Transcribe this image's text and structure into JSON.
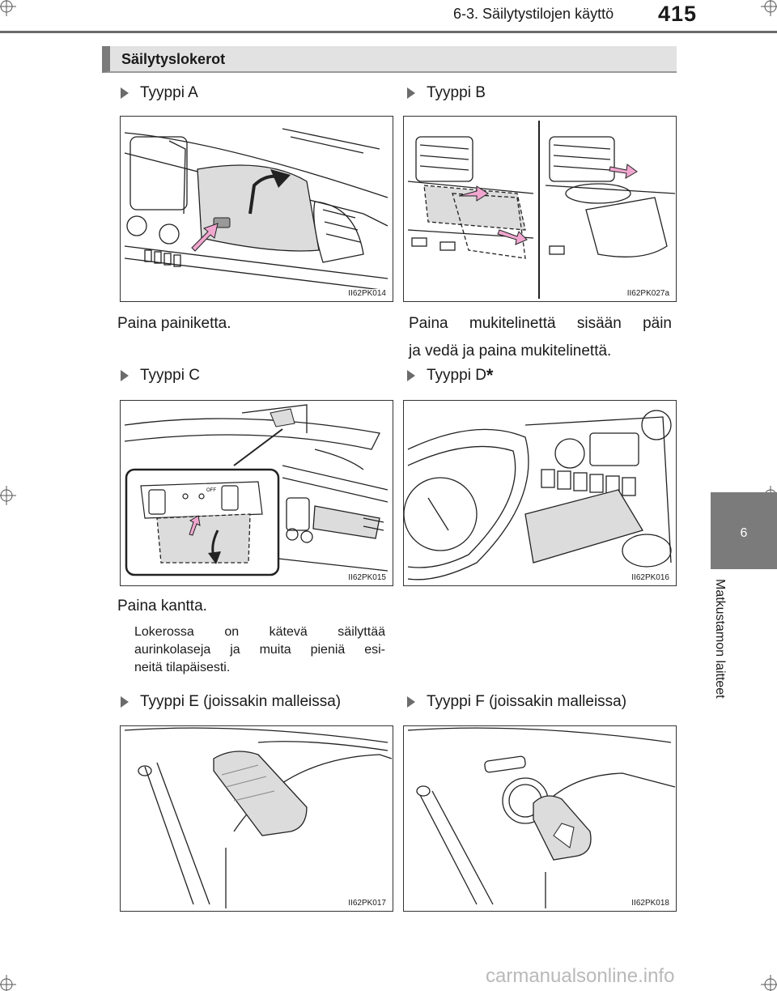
{
  "header": {
    "section": "6-3. Säilytystilojen käyttö",
    "page_number": "415"
  },
  "section": {
    "title": "Säilytyslokerot"
  },
  "chapter": {
    "number": "6",
    "title": "Matkustamon laitteet"
  },
  "types": [
    {
      "label": "Tyyppi A",
      "figure_code": "II62PK014",
      "caption": "Paina painiketta."
    },
    {
      "label": "Tyyppi B",
      "figure_code": "II62PK027a",
      "caption_line1": "Paina mukitelinettä sisään päin",
      "caption_line2": "ja vedä ja paina mukitelinettä."
    },
    {
      "label": "Tyyppi C",
      "figure_code": "II62PK015",
      "caption": "Paina kantta.",
      "note_line1": "Lokerossa on kätevä säilyttää",
      "note_line2": "aurinkolaseja ja muita pieniä esi-",
      "note_line3": "neitä tilapäisesti.",
      "inset_label_off": "OFF"
    },
    {
      "label": "Tyyppi D",
      "label_suffix": "*",
      "figure_code": "II62PK016"
    },
    {
      "label": "Tyyppi E (joissakin malleissa)",
      "figure_code": "II62PK017"
    },
    {
      "label": "Tyyppi F (joissakin malleissa)",
      "figure_code": "II62PK018"
    }
  ],
  "footer": {
    "watermark": "carmanualsonline.info"
  },
  "colors": {
    "highlight": "#dcdcdc",
    "arrow_pink": "#f0a6cf",
    "tab_gray": "#7b7b7b"
  }
}
